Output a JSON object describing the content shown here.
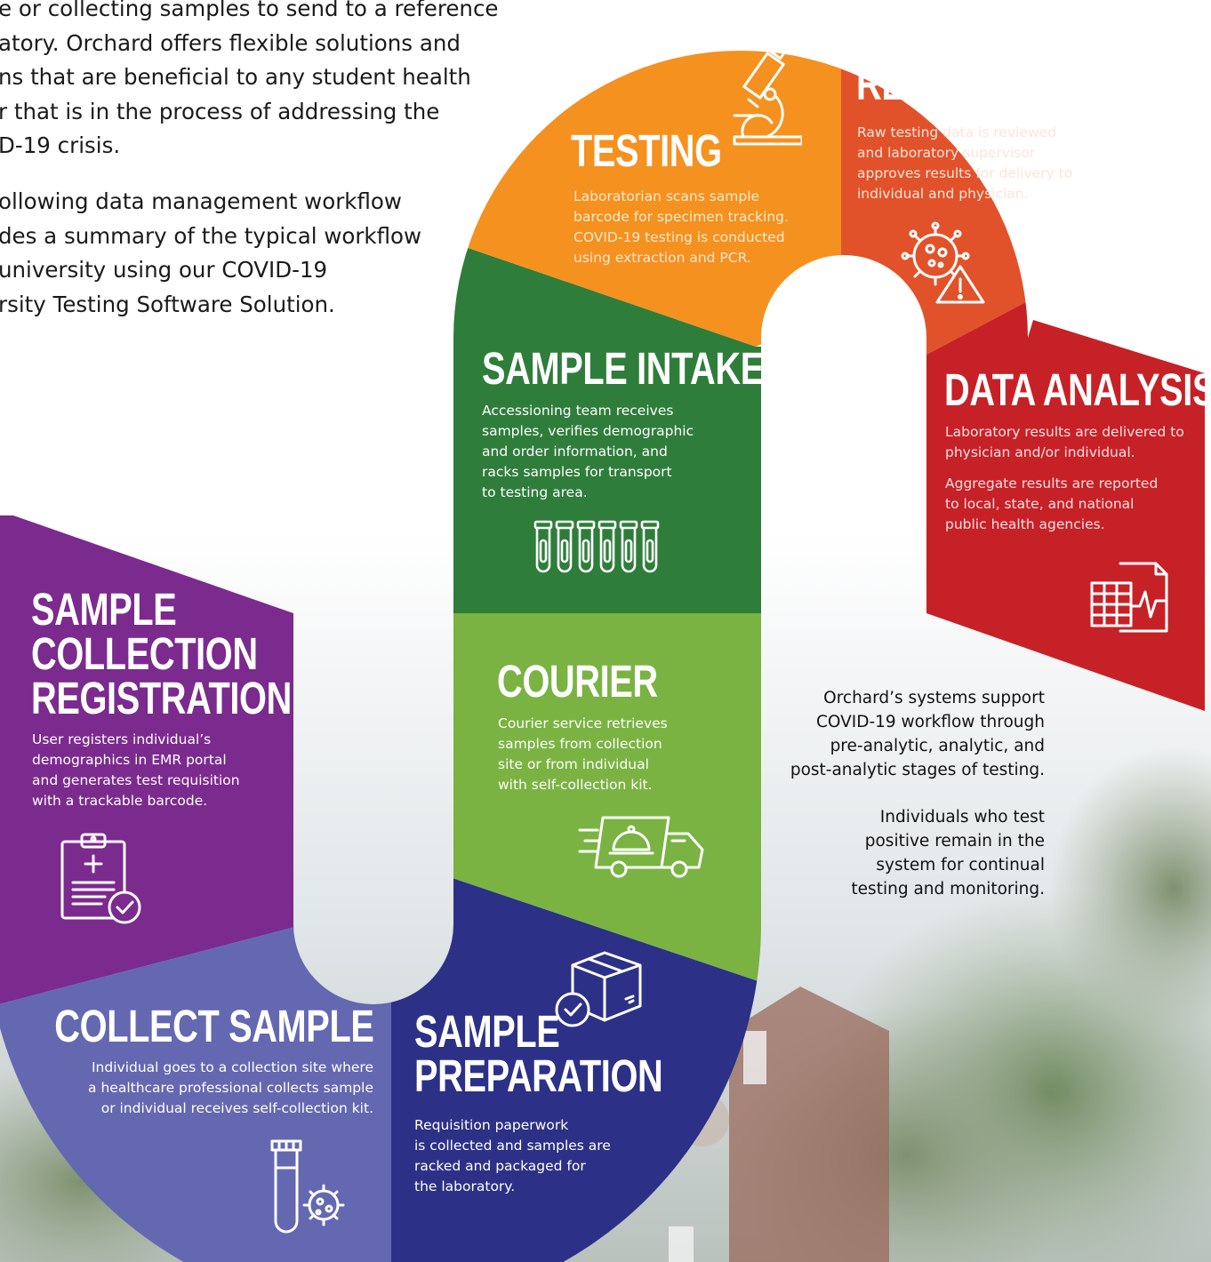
{
  "intro": {
    "paragraph1": "e or collecting samples to send to a reference\natory. Orchard offers flexible solutions and\nns that are beneficial to any student health\nr that is in the process of addressing the\nD-19 crisis.",
    "paragraph2": "ollowing data management workflow\ndes a summary of the typical workflow\nuniversity using our COVID-19\nrsity Testing Software Solution."
  },
  "colors": {
    "registration": "#7b2a8e",
    "collect": "#6468b1",
    "preparation": "#2c3187",
    "courier": "#7ab342",
    "intake": "#2f7d3a",
    "testing": "#f5911f",
    "reporting": "#e2522a",
    "analysis": "#c62127"
  },
  "steps": {
    "registration": {
      "title": "SAMPLE\nCOLLECTION\nREGISTRATION",
      "desc": "User registers individual’s\ndemographics in EMR portal\nand generates test requisition\nwith a trackable barcode.",
      "icon": "clipboard-check-icon"
    },
    "collect": {
      "title": "COLLECT SAMPLE",
      "desc": "Individual goes to a collection site where\na healthcare professional collects sample\nor individual receives self-collection kit.",
      "icon": "test-tube-virus-icon"
    },
    "preparation": {
      "title": "SAMPLE\nPREPARATION",
      "desc": "Requisition paperwork\nis collected and samples are\nracked and packaged for\nthe laboratory.",
      "icon": "package-check-icon"
    },
    "courier": {
      "title": "COURIER",
      "desc": "Courier service retrieves\nsamples from collection\nsite or from individual\nwith self-collection kit.",
      "icon": "delivery-truck-icon"
    },
    "intake": {
      "title": "SAMPLE INTAKE",
      "desc": "Accessioning team receives\nsamples, verifies demographic\nand order information, and\nracks samples for transport\nto testing area.",
      "icon": "sample-tubes-icon"
    },
    "testing": {
      "title": "TESTING",
      "desc": "Laboratorian scans sample\nbarcode for specimen tracking.\nCOVID-19 testing is conducted\nusing extraction and PCR.",
      "icon": "microscope-icon"
    },
    "reporting": {
      "title": "REPORTING",
      "desc": "Raw testing data is reviewed\nand laboratory supervisor\napproves results for delivery to\nindividual and physician.",
      "icon": "virus-warning-icon"
    },
    "analysis": {
      "title": "DATA ANALYSIS",
      "desc1": "Laboratory results are delivered to\nphysician and/or individual.",
      "desc2": "Aggregate results are reported\nto local, state, and national\npublic health agencies.",
      "icon": "spreadsheet-chart-icon"
    }
  },
  "notes": {
    "note1": "Orchard’s systems support\nCOVID-19 workflow through\npre-analytic, analytic, and\npost-analytic stages of testing.",
    "note2": "Individuals who test\npositive remain in the\nsystem for continual\ntesting and monitoring."
  }
}
